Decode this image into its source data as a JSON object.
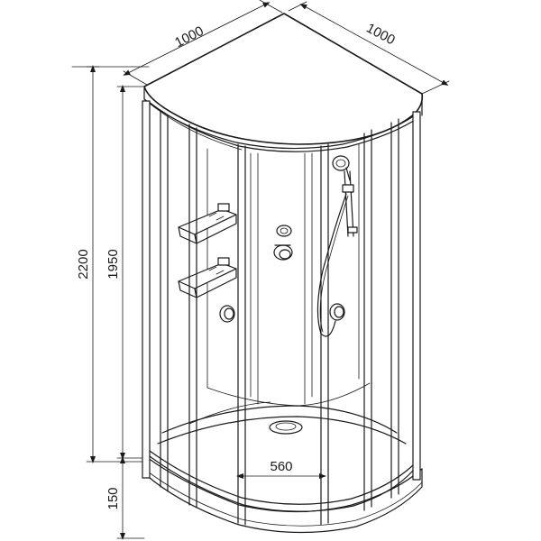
{
  "diagram": {
    "dimensions": {
      "width_left": "1000",
      "width_right": "1000",
      "total_height": "2200",
      "cabin_height": "1950",
      "tray_height": "150",
      "door_opening": "560"
    },
    "colors": {
      "line": "#1a1a1a",
      "background": "#ffffff"
    }
  }
}
